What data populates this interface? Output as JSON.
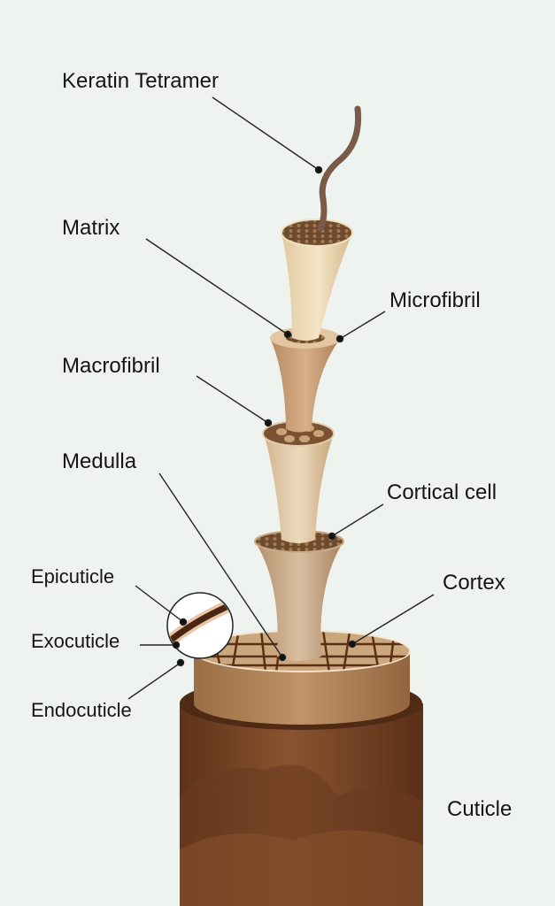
{
  "labels": {
    "keratin_tetramer": "Keratin Tetramer",
    "matrix": "Matrix",
    "microfibril": "Microfibril",
    "macrofibril": "Macrofibril",
    "medulla": "Medulla",
    "cortical_cell": "Cortical cell",
    "epicuticle": "Epicuticle",
    "cortex": "Cortex",
    "exocuticle": "Exocuticle",
    "endocuticle": "Endocuticle",
    "cuticle": "Cuticle"
  },
  "colors": {
    "background": "#eff3ef",
    "cuticle": "#7a4527",
    "cortex": "#b08359",
    "cell_face": "#caa77c",
    "cell_wall": "#5a2f14",
    "cone_light": "#eedcb5"
  }
}
